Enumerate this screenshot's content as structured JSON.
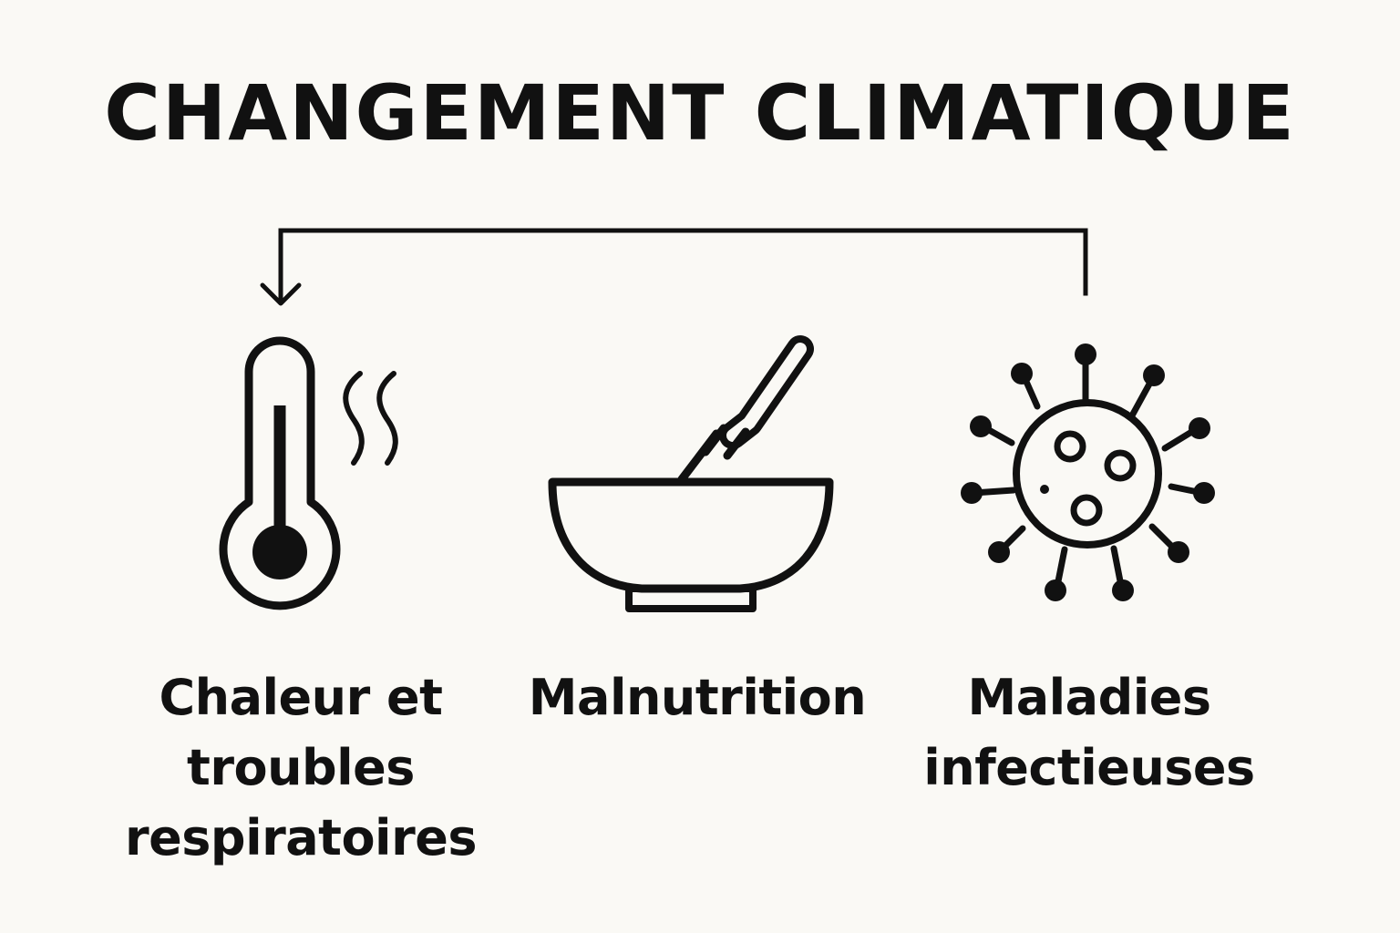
{
  "title": "CHANGEMENT CLIMATIQUE",
  "items": [
    {
      "icon": "thermometer-heat-icon",
      "label_lines": [
        "Chaleur et",
        "troubles",
        "respiratoires"
      ]
    },
    {
      "icon": "bowl-spoon-icon",
      "label_lines": [
        "Malnutrition"
      ]
    },
    {
      "icon": "virus-icon",
      "label_lines": [
        "Maladies",
        "infectieuses"
      ]
    }
  ],
  "colors": {
    "background": "#faf9f5",
    "ink": "#111111"
  }
}
